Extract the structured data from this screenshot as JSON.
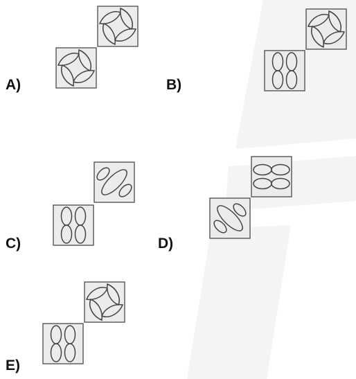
{
  "options": [
    {
      "label": "A)"
    },
    {
      "label": "B)"
    },
    {
      "label": "C)"
    },
    {
      "label": "D)"
    },
    {
      "label": "E)"
    }
  ],
  "colors": {
    "tile_fill": "#ececec",
    "stroke": "#555555",
    "watermark": "#f3f3f3",
    "label": "#111111"
  }
}
